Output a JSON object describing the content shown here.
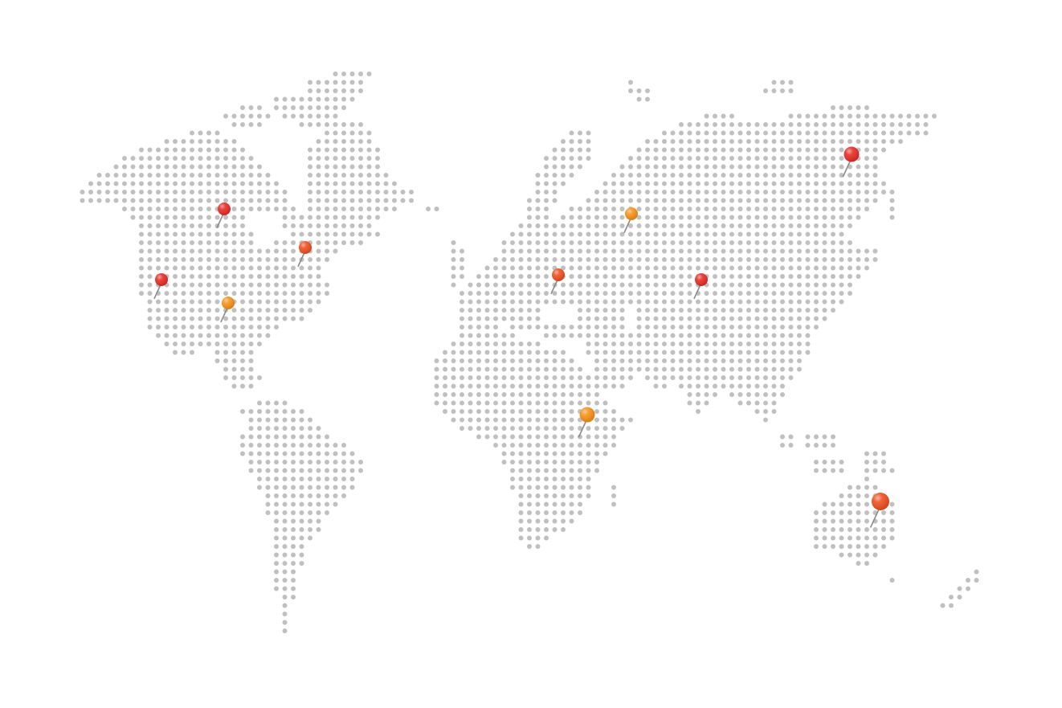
{
  "map": {
    "dot_color": "#c0c0c0",
    "pin_colors": {
      "red": "#e8302a",
      "orange_red": "#ef5324",
      "orange": "#f7941d"
    },
    "pins": [
      {
        "name": "pin-western-usa",
        "color": "red",
        "size": "small"
      },
      {
        "name": "pin-central-canada",
        "color": "red",
        "size": "small"
      },
      {
        "name": "pin-eastern-canada",
        "color": "orange_red",
        "size": "small"
      },
      {
        "name": "pin-central-usa",
        "color": "orange",
        "size": "small"
      },
      {
        "name": "pin-central-europe",
        "color": "orange_red",
        "size": "small"
      },
      {
        "name": "pin-western-russia",
        "color": "orange",
        "size": "small"
      },
      {
        "name": "pin-central-asia",
        "color": "red",
        "size": "small"
      },
      {
        "name": "pin-eastern-siberia",
        "color": "red",
        "size": "medium"
      },
      {
        "name": "pin-east-africa",
        "color": "orange",
        "size": "medium"
      },
      {
        "name": "pin-australia",
        "color": "orange_red",
        "size": "large"
      }
    ]
  }
}
